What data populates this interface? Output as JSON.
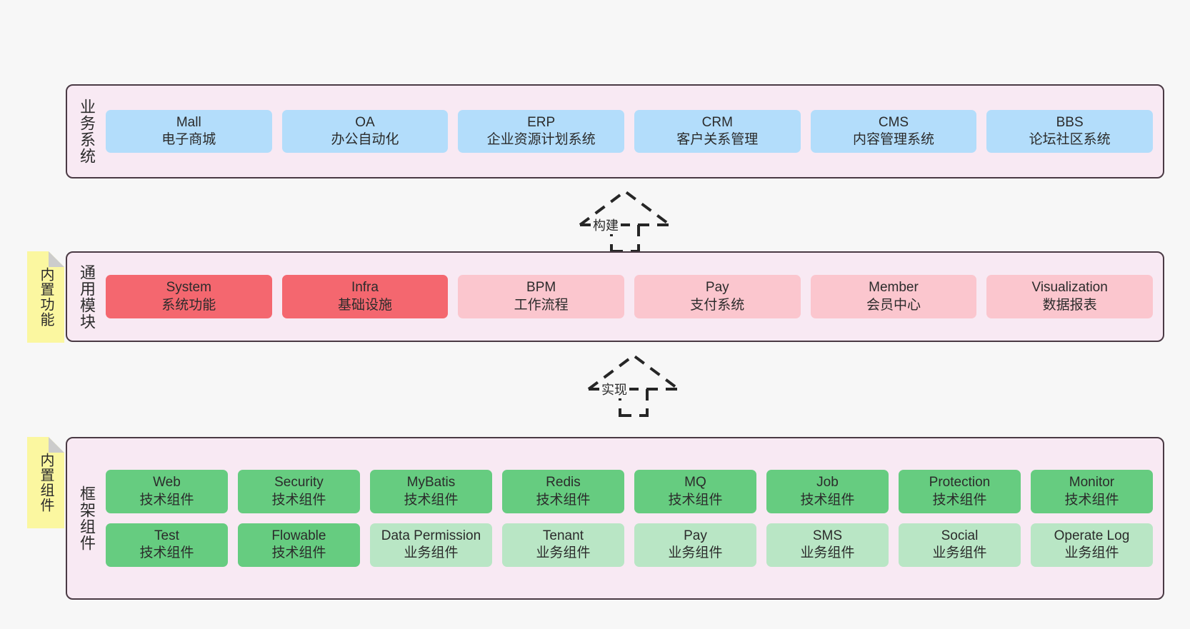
{
  "diagram": {
    "background_color": "#f7f7f7",
    "layer_fill": "#f8e9f3",
    "layer_border": "#4a3a44",
    "note_fill": "#fbf7a0",
    "note_fold": "#cccccc"
  },
  "notes": [
    {
      "text": "内置功能"
    },
    {
      "text": "内置组件"
    }
  ],
  "arrows": [
    {
      "label": "构建"
    },
    {
      "label": "实现"
    }
  ],
  "layers": [
    {
      "id": "business-systems",
      "title": "业务系统",
      "rows": [
        {
          "nodes": [
            {
              "name": "Mall",
              "desc": "电子商城",
              "color": "c-blue"
            },
            {
              "name": "OA",
              "desc": "办公自动化",
              "color": "c-blue"
            },
            {
              "name": "ERP",
              "desc": "企业资源计划系统",
              "color": "c-blue"
            },
            {
              "name": "CRM",
              "desc": "客户关系管理",
              "color": "c-blue"
            },
            {
              "name": "CMS",
              "desc": "内容管理系统",
              "color": "c-blue"
            },
            {
              "name": "BBS",
              "desc": "论坛社区系统",
              "color": "c-blue"
            }
          ]
        }
      ]
    },
    {
      "id": "common-modules",
      "title": "通用模块",
      "rows": [
        {
          "nodes": [
            {
              "name": "System",
              "desc": "系统功能",
              "color": "c-red"
            },
            {
              "name": "Infra",
              "desc": "基础设施",
              "color": "c-red"
            },
            {
              "name": "BPM",
              "desc": "工作流程",
              "color": "c-pink"
            },
            {
              "name": "Pay",
              "desc": "支付系统",
              "color": "c-pink"
            },
            {
              "name": "Member",
              "desc": "会员中心",
              "color": "c-pink"
            },
            {
              "name": "Visualization",
              "desc": "数据报表",
              "color": "c-pink"
            }
          ]
        }
      ]
    },
    {
      "id": "framework-components",
      "title": "框架组件",
      "rows": [
        {
          "nodes": [
            {
              "name": "Web",
              "desc": "技术组件",
              "color": "c-green"
            },
            {
              "name": "Security",
              "desc": "技术组件",
              "color": "c-green"
            },
            {
              "name": "MyBatis",
              "desc": "技术组件",
              "color": "c-green"
            },
            {
              "name": "Redis",
              "desc": "技术组件",
              "color": "c-green"
            },
            {
              "name": "MQ",
              "desc": "技术组件",
              "color": "c-green"
            },
            {
              "name": "Job",
              "desc": "技术组件",
              "color": "c-green"
            },
            {
              "name": "Protection",
              "desc": "技术组件",
              "color": "c-green"
            },
            {
              "name": "Monitor",
              "desc": "技术组件",
              "color": "c-green"
            }
          ]
        },
        {
          "nodes": [
            {
              "name": "Test",
              "desc": "技术组件",
              "color": "c-green"
            },
            {
              "name": "Flowable",
              "desc": "技术组件",
              "color": "c-green"
            },
            {
              "name": "Data Permission",
              "desc": "业务组件",
              "color": "c-lightgreen"
            },
            {
              "name": "Tenant",
              "desc": "业务组件",
              "color": "c-lightgreen"
            },
            {
              "name": "Pay",
              "desc": "业务组件",
              "color": "c-lightgreen"
            },
            {
              "name": "SMS",
              "desc": "业务组件",
              "color": "c-lightgreen"
            },
            {
              "name": "Social",
              "desc": "业务组件",
              "color": "c-lightgreen"
            },
            {
              "name": "Operate Log",
              "desc": "业务组件",
              "color": "c-lightgreen"
            }
          ]
        }
      ]
    }
  ]
}
